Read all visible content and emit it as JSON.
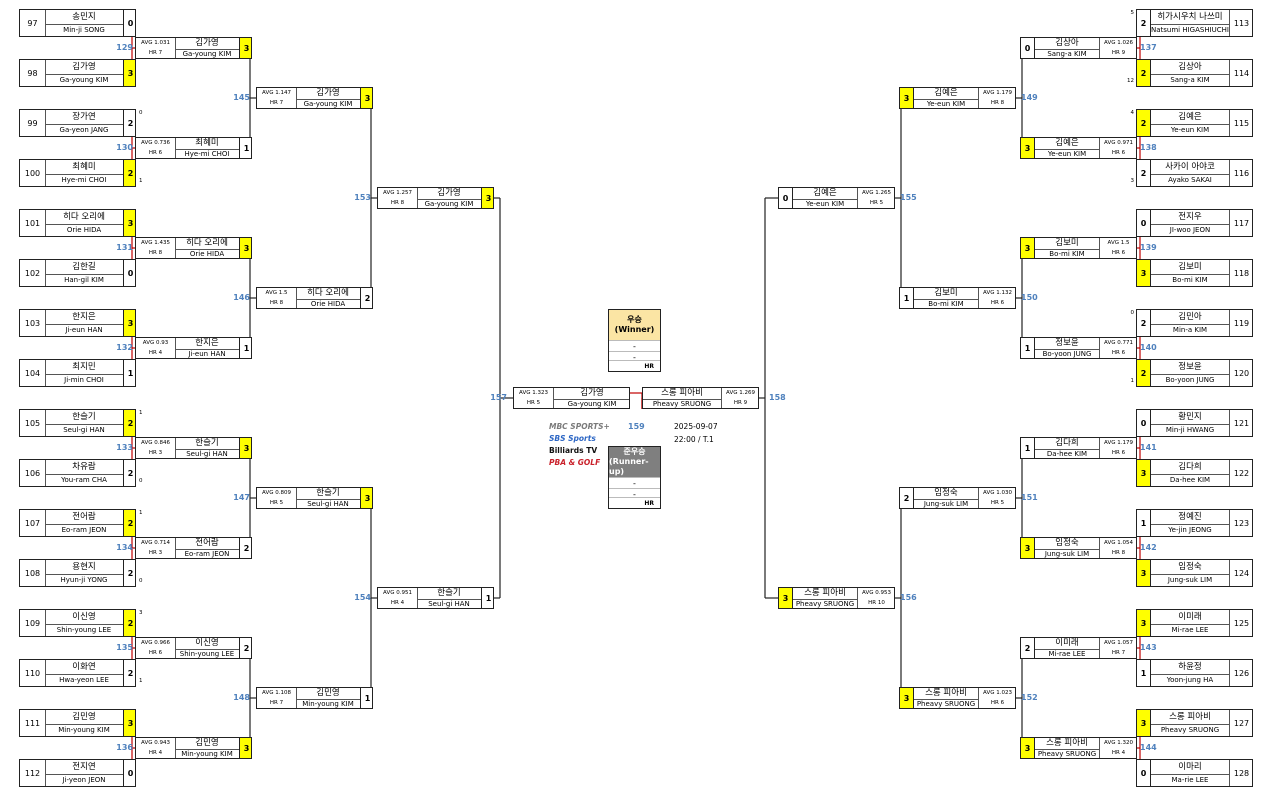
{
  "event": {
    "date": "2025-09-07",
    "time_table": "22:00 / T.1",
    "final_match_no": "159"
  },
  "logos": [
    {
      "name": "mbc-sports-logo",
      "text": "MBC SPORTS+",
      "color": "#7a7a7a"
    },
    {
      "name": "sbs-sports-logo",
      "text": "SBS Sports",
      "color": "#2b65c4"
    },
    {
      "name": "billiards-tv-logo",
      "text": "Billiards TV",
      "color": "#111111"
    },
    {
      "name": "pba-golf-logo",
      "text": "PBA & GOLF",
      "color": "#c9202a"
    }
  ],
  "winner_box": {
    "title": "우승",
    "subtitle": "(Winner)",
    "line1": "-",
    "line2": "-",
    "hr": "HR",
    "color": "#fbe5a4"
  },
  "runnerup_box": {
    "title": "준우승",
    "subtitle": "(Runner-up)",
    "line1": "-",
    "line2": "-",
    "hr": "HR",
    "color": "#7f7f7f"
  },
  "r1_left": [
    {
      "seed": "97",
      "kr": "송민지",
      "en": "Min-ji SONG",
      "score": "0",
      "win": false
    },
    {
      "seed": "98",
      "kr": "김가영",
      "en": "Ga-young KIM",
      "score": "3",
      "win": true
    },
    {
      "seed": "99",
      "kr": "장가연",
      "en": "Ga-yeon JANG",
      "score": "2",
      "win": false,
      "side": "0"
    },
    {
      "seed": "100",
      "kr": "최혜미",
      "en": "Hye-mi CHOI",
      "score": "2",
      "win": true,
      "side": "1"
    },
    {
      "seed": "101",
      "kr": "히다 오리에",
      "en": "Orie HIDA",
      "score": "3",
      "win": true
    },
    {
      "seed": "102",
      "kr": "김한길",
      "en": "Han-gil KIM",
      "score": "0",
      "win": false
    },
    {
      "seed": "103",
      "kr": "한지은",
      "en": "Ji-eun HAN",
      "score": "3",
      "win": true
    },
    {
      "seed": "104",
      "kr": "최지민",
      "en": "Ji-min CHOI",
      "score": "1",
      "win": false
    },
    {
      "seed": "105",
      "kr": "한슬기",
      "en": "Seul-gi HAN",
      "score": "2",
      "win": true,
      "side": "1"
    },
    {
      "seed": "106",
      "kr": "차유람",
      "en": "You-ram CHA",
      "score": "2",
      "win": false,
      "side": "0"
    },
    {
      "seed": "107",
      "kr": "전어람",
      "en": "Eo-ram JEON",
      "score": "2",
      "win": true,
      "side": "1"
    },
    {
      "seed": "108",
      "kr": "용현지",
      "en": "Hyun-ji YONG",
      "score": "2",
      "win": false,
      "side": "0"
    },
    {
      "seed": "109",
      "kr": "이신영",
      "en": "Shin-young LEE",
      "score": "2",
      "win": true,
      "side": "3"
    },
    {
      "seed": "110",
      "kr": "이화연",
      "en": "Hwa-yeon LEE",
      "score": "2",
      "win": false,
      "side": "1"
    },
    {
      "seed": "111",
      "kr": "김민영",
      "en": "Min-young KIM",
      "score": "3",
      "win": true
    },
    {
      "seed": "112",
      "kr": "전지연",
      "en": "Ji-yeon JEON",
      "score": "0",
      "win": false
    }
  ],
  "r1_right": [
    {
      "seed": "113",
      "kr": "히가시우치 나쓰미",
      "en": "Natsumi HIGASHIUCHI",
      "score": "2",
      "win": false,
      "side": "5"
    },
    {
      "seed": "114",
      "kr": "김상아",
      "en": "Sang-a KIM",
      "score": "2",
      "win": true,
      "side": "12"
    },
    {
      "seed": "115",
      "kr": "김예은",
      "en": "Ye-eun KIM",
      "score": "2",
      "win": true,
      "side": "4"
    },
    {
      "seed": "116",
      "kr": "사카이 아야코",
      "en": "Ayako SAKAI",
      "score": "2",
      "win": false,
      "side": "3"
    },
    {
      "seed": "117",
      "kr": "전지우",
      "en": "JI-woo JEON",
      "score": "0",
      "win": false
    },
    {
      "seed": "118",
      "kr": "김보미",
      "en": "Bo-mi KIM",
      "score": "3",
      "win": true
    },
    {
      "seed": "119",
      "kr": "김민아",
      "en": "Min-a KIM",
      "score": "2",
      "win": false,
      "side": "0"
    },
    {
      "seed": "120",
      "kr": "정보윤",
      "en": "Bo-yoon JUNG",
      "score": "2",
      "win": true,
      "side": "1"
    },
    {
      "seed": "121",
      "kr": "황민지",
      "en": "Min-ji HWANG",
      "score": "0",
      "win": false
    },
    {
      "seed": "122",
      "kr": "김다희",
      "en": "Da-hee KIM",
      "score": "3",
      "win": true
    },
    {
      "seed": "123",
      "kr": "정예진",
      "en": "Ye-jin JEONG",
      "score": "1",
      "win": false
    },
    {
      "seed": "124",
      "kr": "임정숙",
      "en": "Jung-suk LIM",
      "score": "3",
      "win": true
    },
    {
      "seed": "125",
      "kr": "이미래",
      "en": "Mi-rae LEE",
      "score": "3",
      "win": true
    },
    {
      "seed": "126",
      "kr": "하윤정",
      "en": "Yoon-jung HA",
      "score": "1",
      "win": false
    },
    {
      "seed": "127",
      "kr": "스롱 피아비",
      "en": "Pheavy SRUONG",
      "score": "3",
      "win": true
    },
    {
      "seed": "128",
      "kr": "이마리",
      "en": "Ma-rie LEE",
      "score": "0",
      "win": false
    }
  ],
  "r2_left": [
    {
      "match": "129",
      "avg": "AVG 1.031",
      "hr": "HR 7",
      "kr": "김가영",
      "en": "Ga-young KIM",
      "score": "3",
      "win": true
    },
    {
      "match": "130",
      "avg": "AVG 0.736",
      "hr": "HR 6",
      "kr": "최혜미",
      "en": "Hye-mi CHOI",
      "score": "1",
      "win": false
    },
    {
      "match": "131",
      "avg": "AVG 1.435",
      "hr": "HR 8",
      "kr": "히다 오리에",
      "en": "Orie HIDA",
      "score": "3",
      "win": true
    },
    {
      "match": "132",
      "avg": "AVG 0.93",
      "hr": "HR 4",
      "kr": "한지은",
      "en": "Ji-eun HAN",
      "score": "1",
      "win": false
    },
    {
      "match": "133",
      "avg": "AVG 0.846",
      "hr": "HR 3",
      "kr": "한슬기",
      "en": "Seul-gi HAN",
      "score": "3",
      "win": true
    },
    {
      "match": "134",
      "avg": "AVG 0.714",
      "hr": "HR 3",
      "kr": "전어람",
      "en": "Eo-ram JEON",
      "score": "2",
      "win": false
    },
    {
      "match": "135",
      "avg": "AVG 0.966",
      "hr": "HR 6",
      "kr": "이신영",
      "en": "Shin-young LEE",
      "score": "2",
      "win": false
    },
    {
      "match": "136",
      "avg": "AVG 0.943",
      "hr": "HR 4",
      "kr": "김민영",
      "en": "Min-young KIM",
      "score": "3",
      "win": true
    }
  ],
  "r2_right": [
    {
      "match": "137",
      "avg": "AVG 1.026",
      "hr": "HR 9",
      "kr": "김상아",
      "en": "Sang-a KIM",
      "score": "0",
      "win": false
    },
    {
      "match": "138",
      "avg": "AVG 0.971",
      "hr": "HR 6",
      "kr": "김예은",
      "en": "Ye-eun KIM",
      "score": "3",
      "win": true
    },
    {
      "match": "139",
      "avg": "AVG 1.5",
      "hr": "HR 6",
      "kr": "김보미",
      "en": "Bo-mi KIM",
      "score": "3",
      "win": true
    },
    {
      "match": "140",
      "avg": "AVG 0.771",
      "hr": "HR 6",
      "kr": "정보윤",
      "en": "Bo-yoon JUNG",
      "score": "1",
      "win": false
    },
    {
      "match": "141",
      "avg": "AVG 1.179",
      "hr": "HR 6",
      "kr": "김다희",
      "en": "Da-hee KIM",
      "score": "1",
      "win": false
    },
    {
      "match": "142",
      "avg": "AVG 1.054",
      "hr": "HR 8",
      "kr": "임정숙",
      "en": "Jung-suk LIM",
      "score": "3",
      "win": true
    },
    {
      "match": "143",
      "avg": "AVG 1.057",
      "hr": "HR 7",
      "kr": "이미래",
      "en": "Mi-rae LEE",
      "score": "2",
      "win": false
    },
    {
      "match": "144",
      "avg": "AVG 1.320",
      "hr": "HR 4",
      "kr": "스롱 피아비",
      "en": "Pheavy SRUONG",
      "score": "3",
      "win": true
    }
  ],
  "r3_left": [
    {
      "match": "145",
      "avg": "AVG 1.147",
      "hr": "HR 7",
      "kr": "김가영",
      "en": "Ga-young KIM",
      "score": "3",
      "win": true
    },
    {
      "match": "146",
      "avg": "AVG 1.5",
      "hr": "HR 8",
      "kr": "히다 오리에",
      "en": "Orie HIDA",
      "score": "2",
      "win": false
    },
    {
      "match": "147",
      "avg": "AVG 0.809",
      "hr": "HR 5",
      "kr": "한슬기",
      "en": "Seul-gi HAN",
      "score": "3",
      "win": true
    },
    {
      "match": "148",
      "avg": "AVG 1.108",
      "hr": "HR 7",
      "kr": "김민영",
      "en": "Min-young KIM",
      "score": "1",
      "win": false
    }
  ],
  "r3_right": [
    {
      "match": "149",
      "avg": "AVG 1.179",
      "hr": "HR 8",
      "kr": "김예은",
      "en": "Ye-eun KIM",
      "score": "3",
      "win": true
    },
    {
      "match": "150",
      "avg": "AVG 1.132",
      "hr": "HR 6",
      "kr": "김보미",
      "en": "Bo-mi KIM",
      "score": "1",
      "win": false
    },
    {
      "match": "151",
      "avg": "AVG 1.030",
      "hr": "HR 5",
      "kr": "임정숙",
      "en": "Jung-suk LIM",
      "score": "2",
      "win": false
    },
    {
      "match": "152",
      "avg": "AVG 1.023",
      "hr": "HR 6",
      "kr": "스롱 피아비",
      "en": "Pheavy SRUONG",
      "score": "3",
      "win": true
    }
  ],
  "r4_left": [
    {
      "match": "153",
      "avg": "AVG 1.257",
      "hr": "HR 8",
      "kr": "김가영",
      "en": "Ga-young KIM",
      "score": "3",
      "win": true
    },
    {
      "match": "154",
      "avg": "AVG 0.951",
      "hr": "HR 4",
      "kr": "한슬기",
      "en": "Seul-gi HAN",
      "score": "1",
      "win": false
    }
  ],
  "r4_right": [
    {
      "match": "155",
      "avg": "AVG 1.265",
      "hr": "HR 5",
      "kr": "김예은",
      "en": "Ye-eun KIM",
      "score": "0",
      "win": false
    },
    {
      "match": "156",
      "avg": "AVG 0.953",
      "hr": "HR 10",
      "kr": "스롱 피아비",
      "en": "Pheavy SRUONG",
      "score": "3",
      "win": true
    }
  ],
  "r5_left": {
    "match": "157",
    "avg": "AVG 1.323",
    "hr": "HR 5",
    "kr": "김가영",
    "en": "Ga-young KIM"
  },
  "r5_right": {
    "match": "158",
    "avg": "AVG 1.269",
    "hr": "HR 9",
    "kr": "스롱 피아비",
    "en": "Pheavy SRUONG"
  },
  "colors": {
    "winner": "#ffff00",
    "match_number": "#4f81bd",
    "red_line": "#c00000"
  }
}
